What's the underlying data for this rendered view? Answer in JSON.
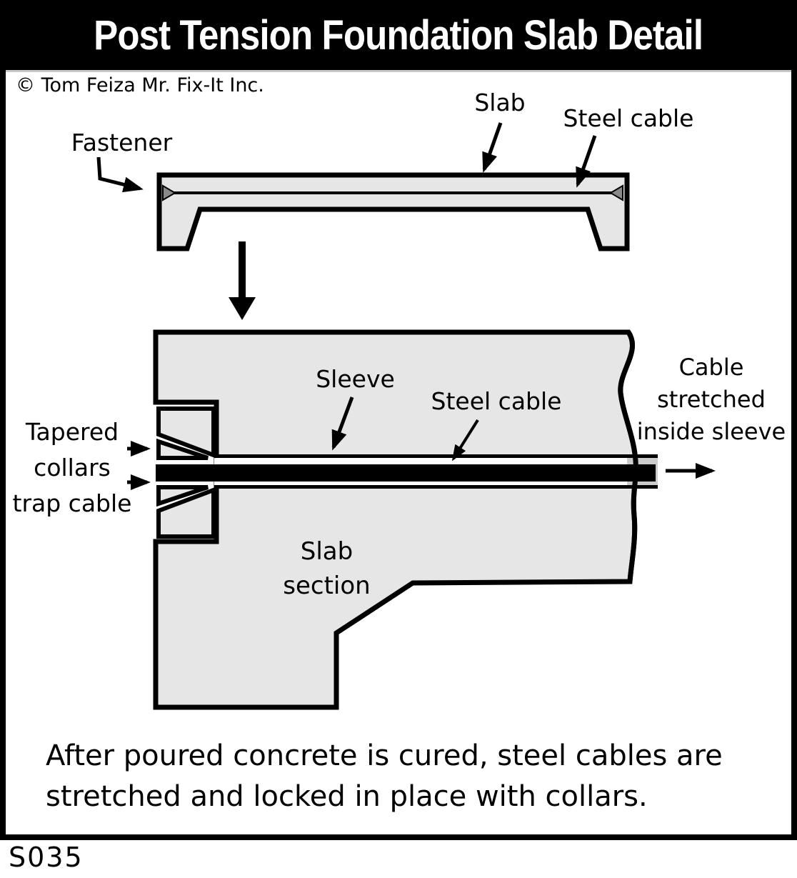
{
  "title": "Post Tension Foundation Slab Detail",
  "copyright": "© Tom Feiza Mr. Fix-It Inc.",
  "code": "S035",
  "colors": {
    "title_bg": "#000000",
    "title_fg": "#ffffff",
    "slab_fill": "#e6e6e6",
    "outline": "#000000",
    "fastener_wedge_gray": "#8a8a8a",
    "sleeve_stub_gray": "#cccccc"
  },
  "labels": {
    "fastener": "Fastener",
    "slab": "Slab",
    "steel_cable_top": "Steel cable",
    "sleeve": "Sleeve",
    "steel_cable_mid": "Steel cable",
    "cable_stretched_lines": [
      "Cable",
      "stretched",
      "inside sleeve"
    ],
    "tapered_lines": [
      "Tapered",
      "collars",
      "trap cable"
    ],
    "slab_section_lines": [
      "Slab",
      "section"
    ]
  },
  "caption_lines": [
    "After poured concrete is cured, steel cables are",
    "stretched and locked in place with collars."
  ]
}
